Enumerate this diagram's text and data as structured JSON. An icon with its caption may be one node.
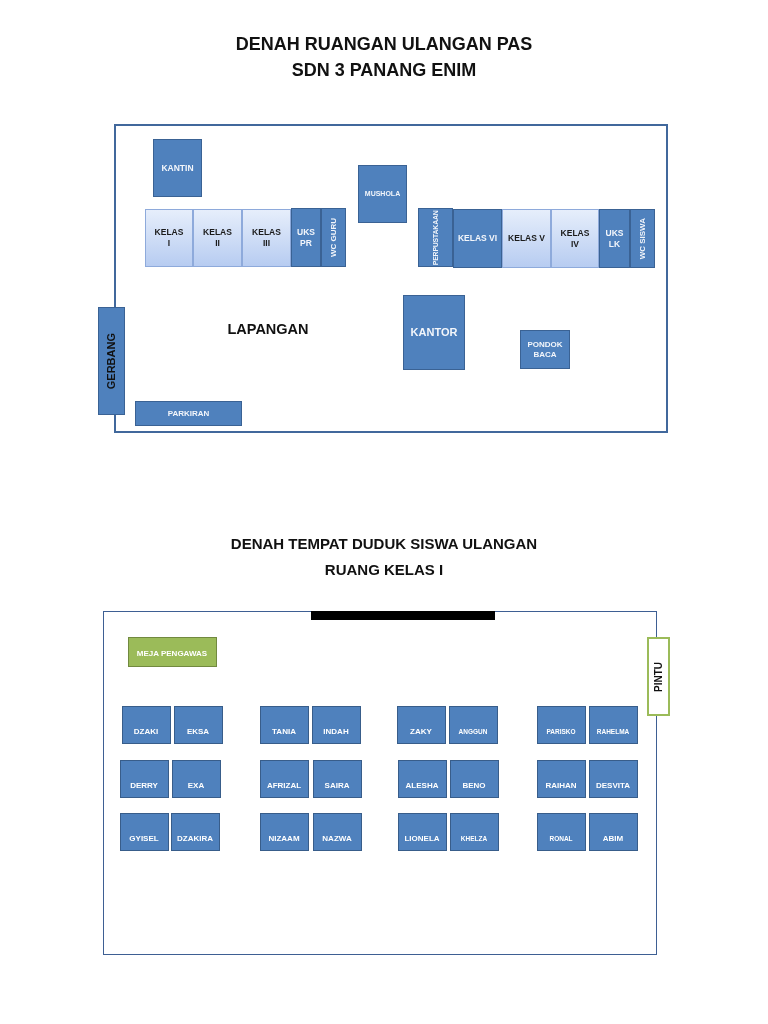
{
  "diagram": {
    "title": "DENAH RUANGAN ULANGAN PAS SDN 3 PANANG ENIM",
    "nodes": [
      {
        "text": [
          "LAPANGAN"
        ]
      },
      {
        "text": [
          "KANTIN"
        ],
        "in": 0
      },
      {
        "text": [
          "MUSHOLA"
        ],
        "in": 0
      },
      {
        "text": [
          "KELAS I"
        ],
        "in": 0
      },
      {
        "text": [
          "KELAS II"
        ],
        "in": 0
      },
      {
        "text": [
          "KELAS III"
        ],
        "in": 0
      },
      {
        "text": [
          "UKS PR"
        ],
        "in": 0
      },
      {
        "text": [
          "WC GURU"
        ],
        "in": 0
      },
      {
        "text": [
          "PERPUSTAKAAN"
        ],
        "in": 0
      },
      {
        "text": [
          "KELAS VI"
        ],
        "in": 0
      },
      {
        "text": [
          "KELAS V"
        ],
        "in": 0
      },
      {
        "text": [
          "KELAS IV"
        ],
        "in": 0
      },
      {
        "text": [
          "UKS LK"
        ],
        "in": 0
      },
      {
        "text": [
          "WC SISWA"
        ],
        "in": 0
      },
      {
        "text": [
          "GERBANG"
        ]
      },
      {
        "text": [
          "KANTOR"
        ],
        "in": 0
      },
      {
        "text": [
          "PONDOK BACA"
        ],
        "in": 0
      },
      {
        "text": [
          "PARKIRAN"
        ],
        "in": 0
      },
      {
        "text": [],
        "shape": "box"
      },
      {
        "text": [
          "MEJA PENGAWAS"
        ],
        "in": 18
      },
      {
        "text": [
          "PINTU"
        ]
      },
      {
        "text": [
          "DZAKI"
        ],
        "in": 18
      },
      {
        "text": [
          "EKSA"
        ],
        "in": 18
      },
      {
        "text": [
          "TANIA"
        ],
        "in": 18
      },
      {
        "text": [
          "INDAH"
        ],
        "in": 18
      },
      {
        "text": [
          "ZAKY"
        ],
        "in": 18
      },
      {
        "text": [
          "ANGGUN"
        ],
        "in": 18
      },
      {
        "text": [
          "PARISKO"
        ],
        "in": 18
      },
      {
        "text": [
          "RAHELMA"
        ],
        "in": 18
      },
      {
        "text": [
          "DERRY"
        ],
        "in": 18
      },
      {
        "text": [
          "EXA"
        ],
        "in": 18
      },
      {
        "text": [
          "AFRIZAL"
        ],
        "in": 18
      },
      {
        "text": [
          "SAIRA"
        ],
        "in": 18
      },
      {
        "text": [
          "ALESHA"
        ],
        "in": 18
      },
      {
        "text": [
          "BENO"
        ],
        "in": 18
      },
      {
        "text": [
          "RAIHAN"
        ],
        "in": 18
      },
      {
        "text": [
          "DESVITA"
        ],
        "in": 18
      },
      {
        "text": [
          "GYISEL"
        ],
        "in": 18
      },
      {
        "text": [
          "DZAKIRA"
        ],
        "in": 18
      },
      {
        "text": [
          "NIZAAM"
        ],
        "in": 18
      },
      {
        "text": [
          "NAZWA"
        ],
        "in": 18
      },
      {
        "text": [
          "LIONELA"
        ],
        "in": 18
      },
      {
        "text": [
          "KHELZA"
        ],
        "in": 18
      },
      {
        "text": [
          "RONAL"
        ],
        "in": 18
      },
      {
        "text": [
          "ABIM"
        ],
        "in": 18
      }
    ],
    "labels": [
      "DENAH TEMPAT DUDUK SISWA ULANGAN RUANG KELAS I"
    ]
  }
}
